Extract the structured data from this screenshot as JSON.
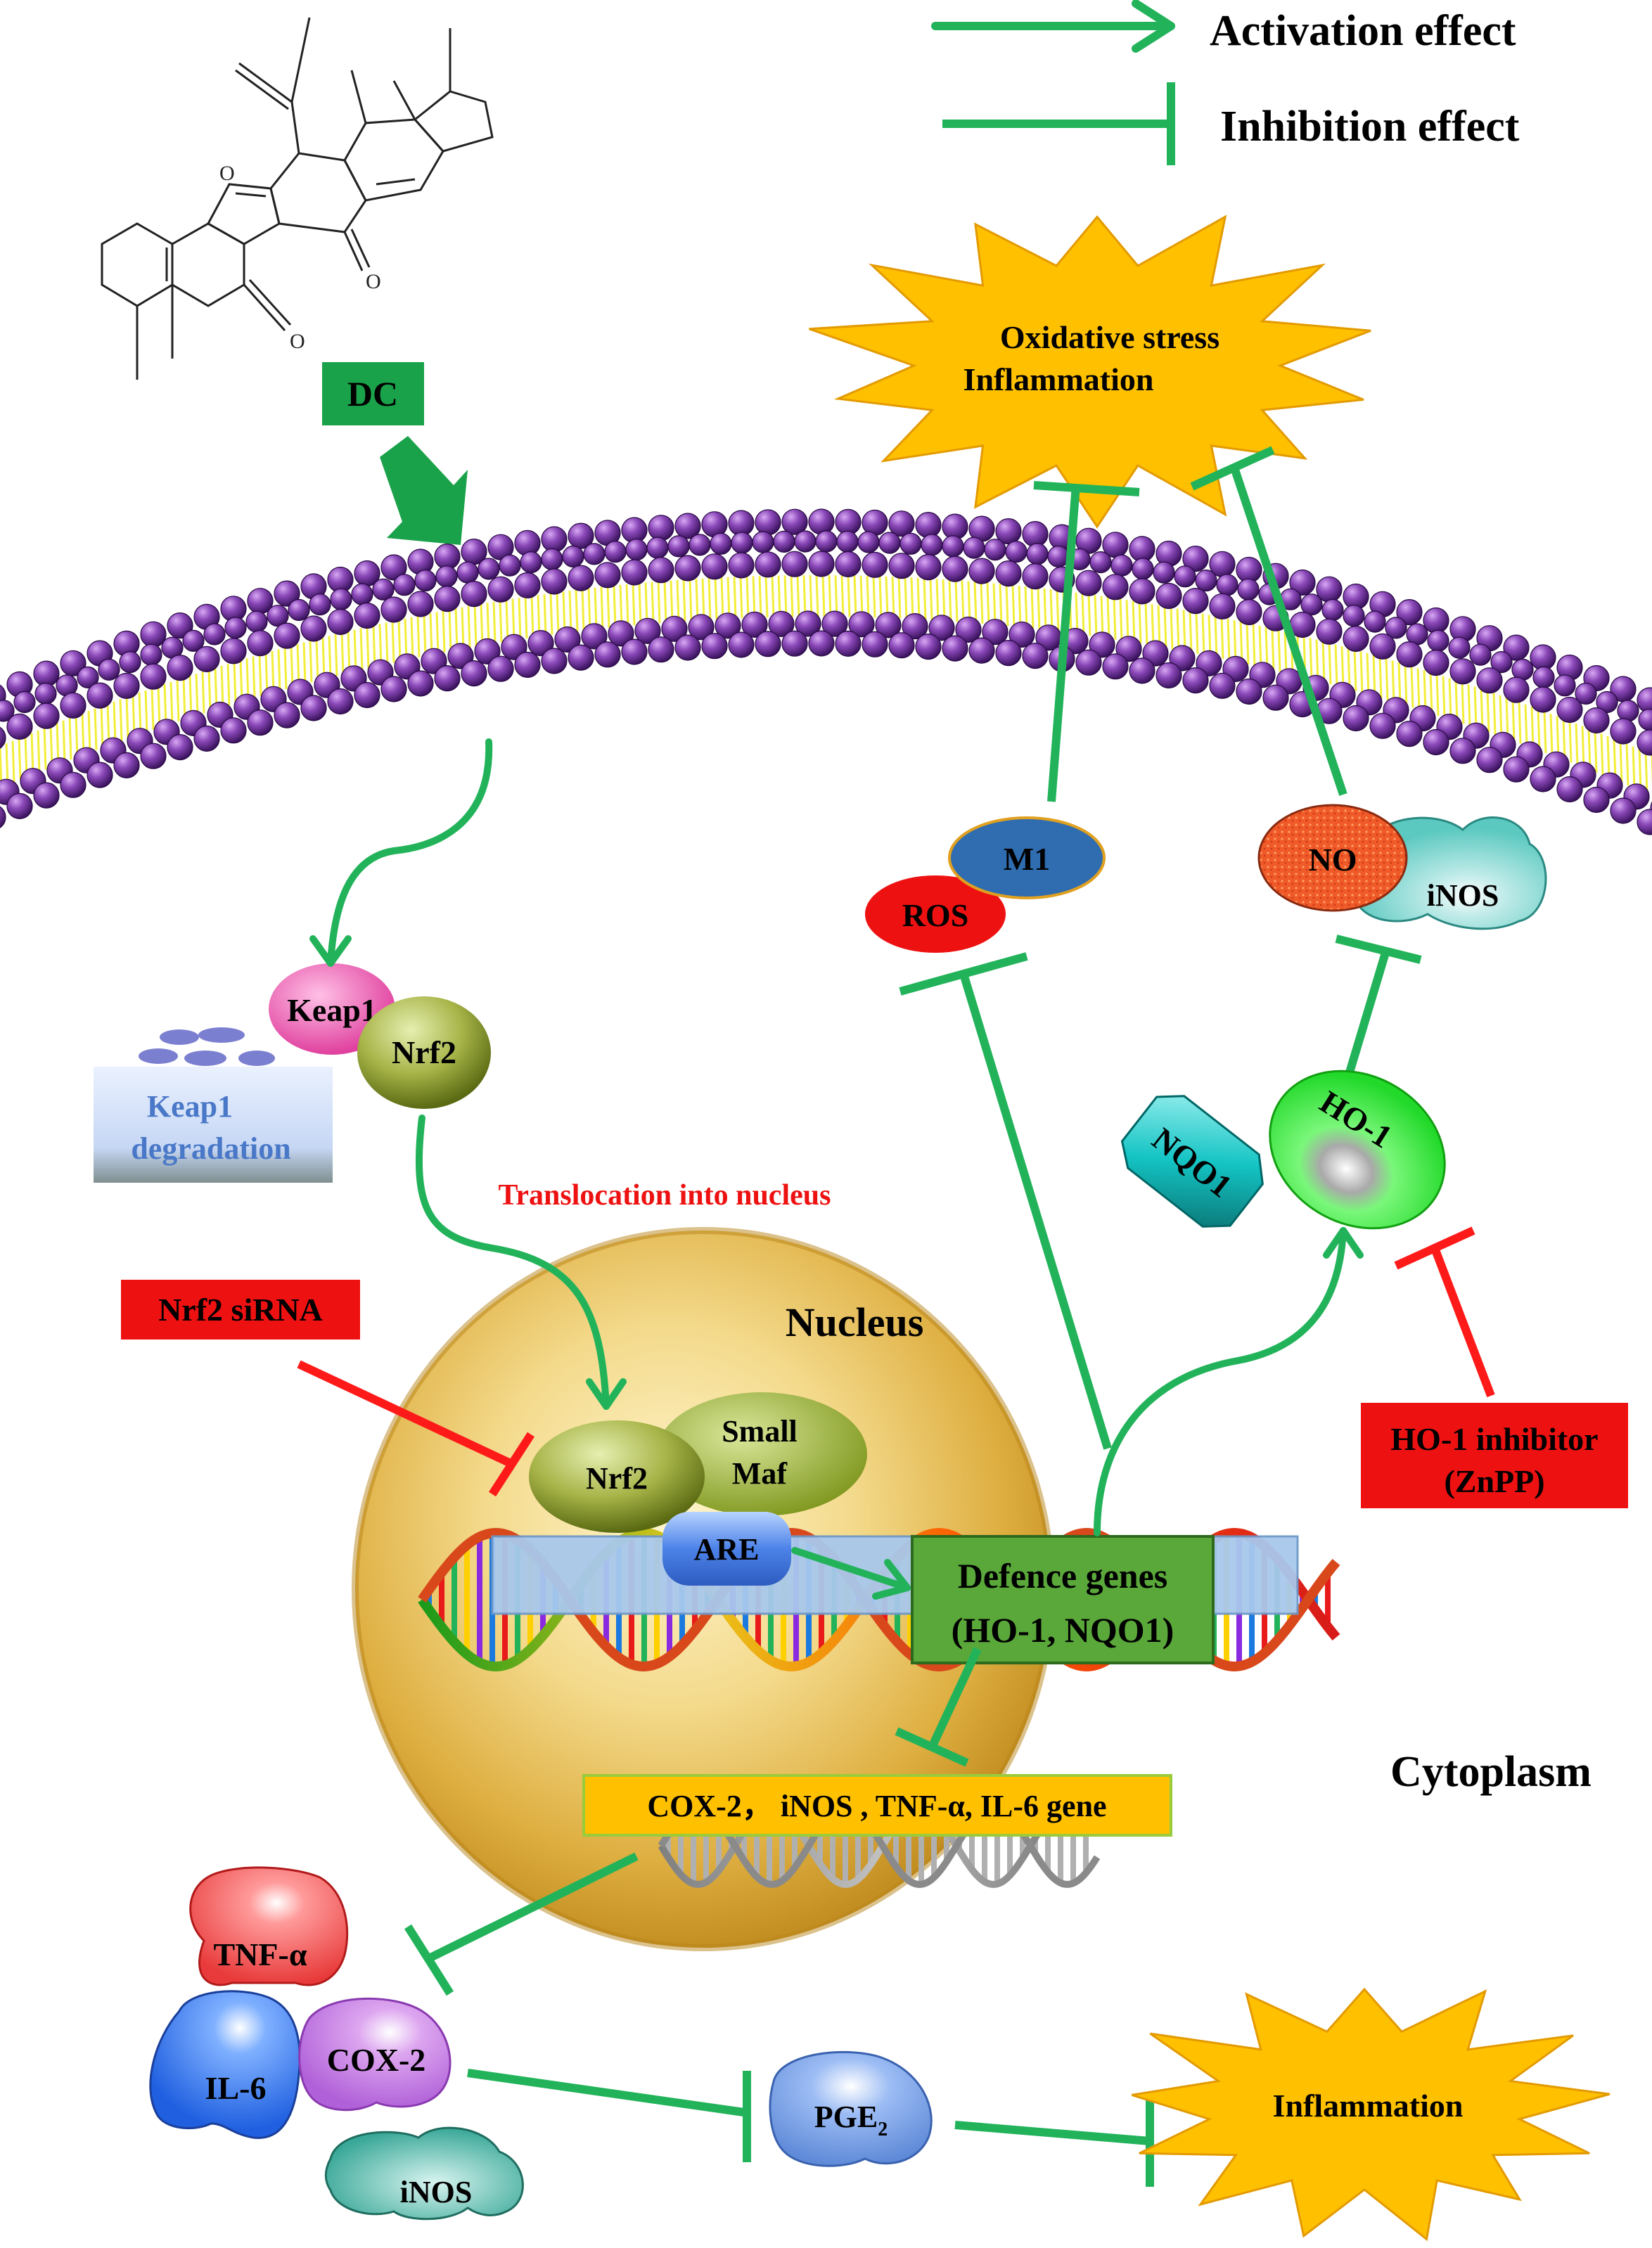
{
  "legend": {
    "activation": "Activation effect",
    "inhibition": "Inhibition effect"
  },
  "compound": {
    "label": "DC"
  },
  "stress_burst": {
    "line1": "Oxidative stress",
    "line2": "Inflammation"
  },
  "ros": "ROS",
  "m1": "M1",
  "no": "NO",
  "inos_top": "iNOS",
  "keap1": "Keap1",
  "nrf2_cyto": "Nrf2",
  "keap1_degradation": {
    "line1": "Keap1",
    "line2": "degradation"
  },
  "translocation": "Translocation into nucleus",
  "nqo1": "NQO1",
  "ho1": "HO-1",
  "nrf2_sirna": "Nrf2 siRNA",
  "nucleus": "Nucleus",
  "nrf2_nuclear": "Nrf2",
  "small_maf": {
    "line1": "Small",
    "line2": "Maf"
  },
  "are": "ARE",
  "defence_genes": {
    "line1": "Defence genes",
    "line2": "(HO-1, NQO1)"
  },
  "ho1_inhibitor": {
    "line1": "HO-1 inhibitor",
    "line2": "(ZnPP)"
  },
  "cytoplasm": "Cytoplasm",
  "inflammatory_genes": "COX-2， iNOS , TNF-α, IL-6 gene",
  "tnf": "TNF-α",
  "il6": "IL-6",
  "cox2": "COX-2",
  "inos_bottom": "iNOS",
  "pge2": {
    "main": "PGE",
    "sub": "2"
  },
  "inflammation_burst": "Inflammation",
  "colors": {
    "arrow_green": "#22b35a",
    "inhibit_red": "#ff1a1a",
    "label_red": "#ee1111",
    "membrane_purple": "#7b3aa8",
    "lipid_yellow": "#f2ee3a",
    "burst_yellow": "#ffc000",
    "nucleus_gold": "#e2b84a",
    "gene_box_green": "#5aa83a",
    "degradation_blue": "#4a78c8"
  }
}
